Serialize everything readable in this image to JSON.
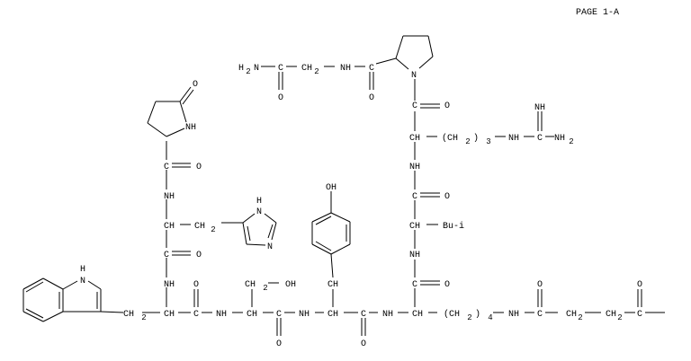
{
  "page_label": "PAGE 1-A",
  "labels": {
    "O": "O",
    "C": "C",
    "NH": "NH",
    "N": "N",
    "H": "H",
    "CH": "CH",
    "CH2": "CH",
    "sub2": "2",
    "OH": "OH",
    "H2N_H": "H",
    "H2N_N": "N",
    "NH2": "NH",
    "sub3": "3",
    "sub4": "4",
    "paren_open_CH": "(CH",
    "paren_close": ")",
    "Bu_i": "Bu-i"
  }
}
